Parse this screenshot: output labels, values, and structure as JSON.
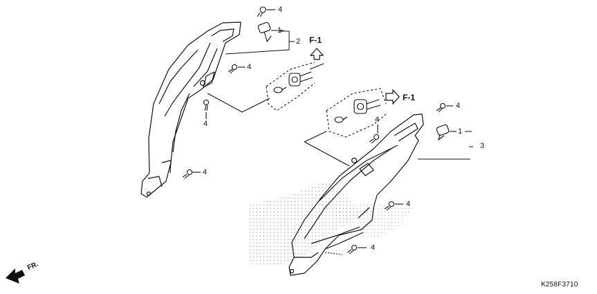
{
  "callouts": {
    "left_bolt_top": "4",
    "left_socket": "1",
    "left_assembly": "2",
    "left_bolt_mid": "4",
    "left_bolt_lower": "4",
    "left_bolt_bottom": "4",
    "right_bolt_top": "4",
    "right_bolt_mid": "4",
    "right_socket": "1",
    "right_assembly": "3",
    "right_bolt_lower": "4",
    "right_bolt_bottom": "4"
  },
  "refs": {
    "left_ref": "F-1",
    "right_ref": "F-1"
  },
  "direction": {
    "label": "FR."
  },
  "diagram_code": "K258F3710",
  "colors": {
    "line": "#111111",
    "dots": "#555555"
  }
}
